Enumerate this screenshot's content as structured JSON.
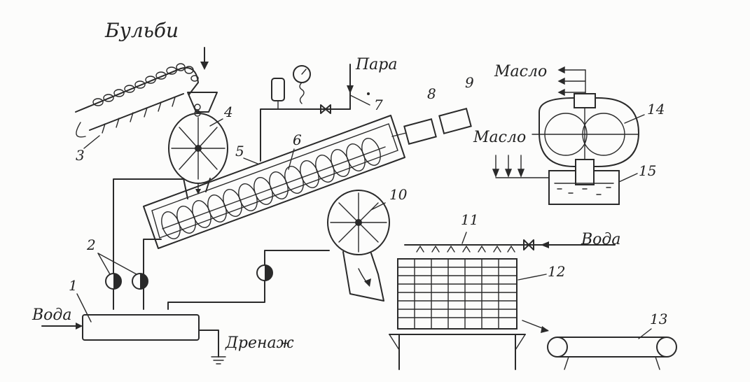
{
  "labels": {
    "potatoes": "Бульби",
    "steam": "Пара",
    "oil_out": "Масло",
    "oil_in": "Масло",
    "water_top": "Вода",
    "water_left": "Вода",
    "drainage": "Дренаж"
  },
  "numbers": {
    "n1": "1",
    "n2": "2",
    "n3": "3",
    "n4": "4",
    "n5": "5",
    "n6": "6",
    "n7": "7",
    "n8": "8",
    "n9": "9",
    "n10": "10",
    "n11": "11",
    "n12": "12",
    "n13": "13",
    "n14": "14",
    "n15": "15"
  }
}
